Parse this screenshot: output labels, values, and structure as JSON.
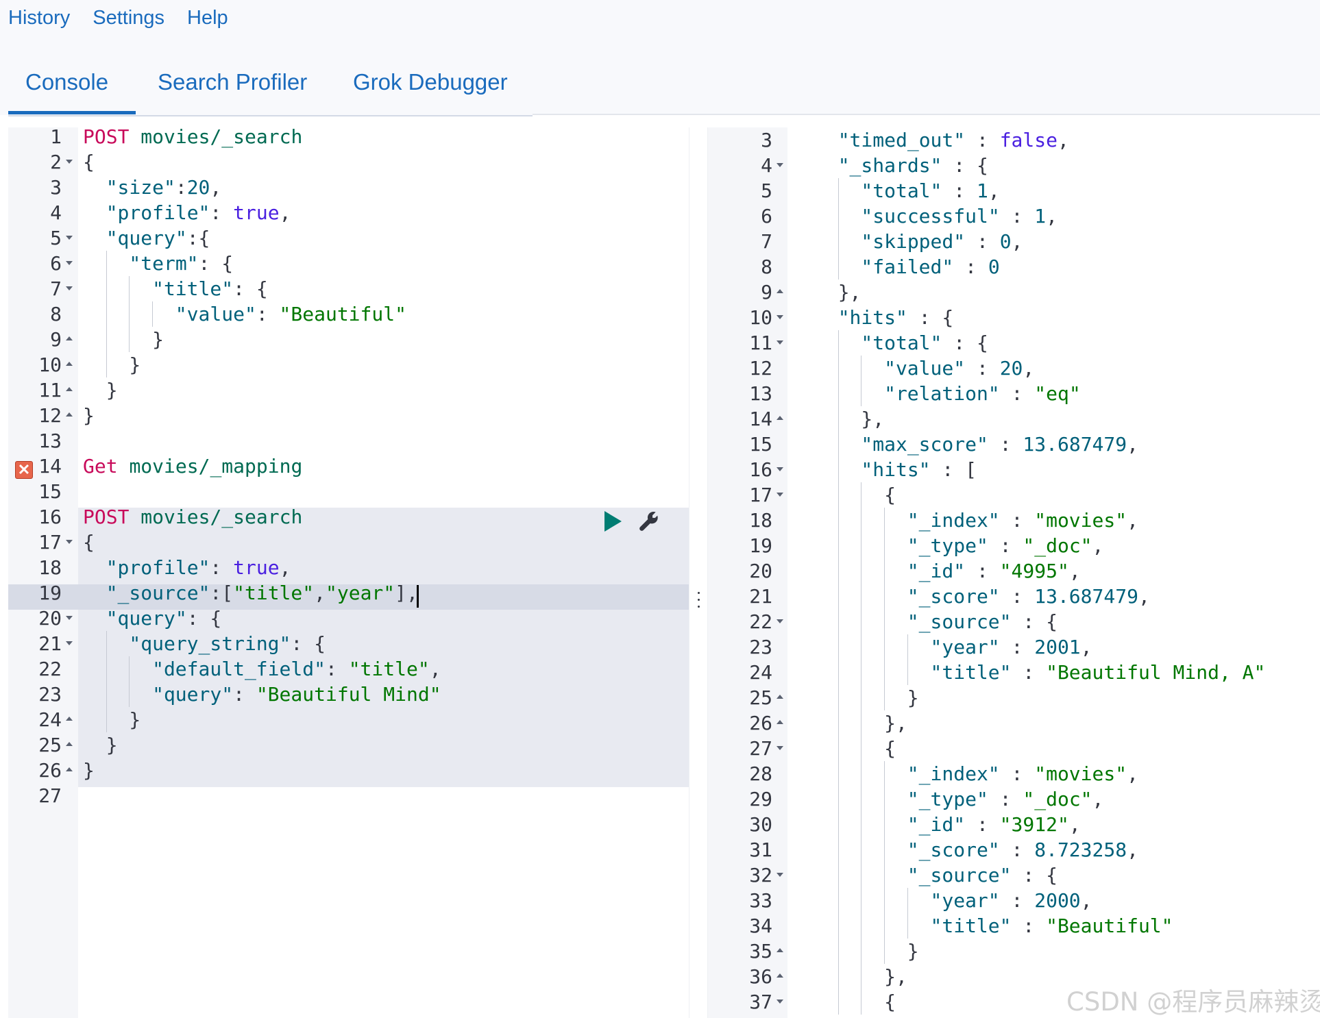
{
  "top_menu": [
    "History",
    "Settings",
    "Help"
  ],
  "tabs": [
    "Console",
    "Search Profiler",
    "Grok Debugger"
  ],
  "active_tab": "Console",
  "editor": {
    "error_marker": "✕",
    "lines": [
      {
        "n": "1",
        "fold": "",
        "indent": 0,
        "tokens": [
          [
            "method",
            "POST"
          ],
          [
            "pun",
            " "
          ],
          [
            "url",
            "movies/_search"
          ]
        ]
      },
      {
        "n": "2",
        "fold": "open",
        "indent": 0,
        "tokens": [
          [
            "pun",
            "{"
          ]
        ]
      },
      {
        "n": "3",
        "fold": "",
        "indent": 1,
        "tokens": [
          [
            "key",
            "\"size\""
          ],
          [
            "pun",
            ":"
          ],
          [
            "num",
            "20"
          ],
          [
            "pun",
            ","
          ]
        ]
      },
      {
        "n": "4",
        "fold": "",
        "indent": 1,
        "tokens": [
          [
            "key",
            "\"profile\""
          ],
          [
            "pun",
            ": "
          ],
          [
            "bool",
            "true"
          ],
          [
            "pun",
            ","
          ]
        ]
      },
      {
        "n": "5",
        "fold": "open",
        "indent": 1,
        "tokens": [
          [
            "key",
            "\"query\""
          ],
          [
            "pun",
            ":{"
          ]
        ]
      },
      {
        "n": "6",
        "fold": "open",
        "indent": 2,
        "tokens": [
          [
            "key",
            "\"term\""
          ],
          [
            "pun",
            ": {"
          ]
        ]
      },
      {
        "n": "7",
        "fold": "open",
        "indent": 3,
        "tokens": [
          [
            "key",
            "\"title\""
          ],
          [
            "pun",
            ": {"
          ]
        ]
      },
      {
        "n": "8",
        "fold": "",
        "indent": 4,
        "tokens": [
          [
            "key",
            "\"value\""
          ],
          [
            "pun",
            ": "
          ],
          [
            "str",
            "\"Beautiful\""
          ]
        ]
      },
      {
        "n": "9",
        "fold": "close",
        "indent": 3,
        "tokens": [
          [
            "pun",
            "}"
          ]
        ]
      },
      {
        "n": "10",
        "fold": "close",
        "indent": 2,
        "tokens": [
          [
            "pun",
            "}"
          ]
        ]
      },
      {
        "n": "11",
        "fold": "close",
        "indent": 1,
        "tokens": [
          [
            "pun",
            "}"
          ]
        ]
      },
      {
        "n": "12",
        "fold": "close",
        "indent": 0,
        "tokens": [
          [
            "pun",
            "}"
          ]
        ]
      },
      {
        "n": "13",
        "fold": "",
        "indent": 0,
        "tokens": []
      },
      {
        "n": "14",
        "fold": "",
        "indent": 0,
        "tokens": [
          [
            "method",
            "Get"
          ],
          [
            "pun",
            " "
          ],
          [
            "url",
            "movies/_mapping"
          ]
        ]
      },
      {
        "n": "15",
        "fold": "",
        "indent": 0,
        "tokens": []
      },
      {
        "n": "16",
        "fold": "",
        "indent": 0,
        "tokens": [
          [
            "method",
            "POST"
          ],
          [
            "pun",
            " "
          ],
          [
            "url",
            "movies/_search"
          ]
        ]
      },
      {
        "n": "17",
        "fold": "open",
        "indent": 0,
        "tokens": [
          [
            "pun",
            "{"
          ]
        ]
      },
      {
        "n": "18",
        "fold": "",
        "indent": 1,
        "tokens": [
          [
            "key",
            "\"profile\""
          ],
          [
            "pun",
            ": "
          ],
          [
            "bool",
            "true"
          ],
          [
            "pun",
            ","
          ]
        ]
      },
      {
        "n": "19",
        "fold": "",
        "indent": 1,
        "tokens": [
          [
            "key",
            "\"_source\""
          ],
          [
            "pun",
            ":["
          ],
          [
            "str",
            "\"title\""
          ],
          [
            "pun",
            ","
          ],
          [
            "str",
            "\"year\""
          ],
          [
            "pun",
            "],"
          ]
        ]
      },
      {
        "n": "20",
        "fold": "open",
        "indent": 1,
        "tokens": [
          [
            "key",
            "\"query\""
          ],
          [
            "pun",
            ": {"
          ]
        ]
      },
      {
        "n": "21",
        "fold": "open",
        "indent": 2,
        "tokens": [
          [
            "key",
            "\"query_string\""
          ],
          [
            "pun",
            ": {"
          ]
        ]
      },
      {
        "n": "22",
        "fold": "",
        "indent": 3,
        "tokens": [
          [
            "key",
            "\"default_field\""
          ],
          [
            "pun",
            ": "
          ],
          [
            "str",
            "\"title\""
          ],
          [
            "pun",
            ","
          ]
        ]
      },
      {
        "n": "23",
        "fold": "",
        "indent": 3,
        "tokens": [
          [
            "key",
            "\"query\""
          ],
          [
            "pun",
            ": "
          ],
          [
            "str",
            "\"Beautiful Mind\""
          ]
        ]
      },
      {
        "n": "24",
        "fold": "close",
        "indent": 2,
        "tokens": [
          [
            "pun",
            "}"
          ]
        ]
      },
      {
        "n": "25",
        "fold": "close",
        "indent": 1,
        "tokens": [
          [
            "pun",
            "}"
          ]
        ]
      },
      {
        "n": "26",
        "fold": "close",
        "indent": 0,
        "tokens": [
          [
            "pun",
            "}"
          ]
        ]
      },
      {
        "n": "27",
        "fold": "",
        "indent": 0,
        "tokens": []
      }
    ]
  },
  "output": {
    "lines": [
      {
        "n": "3",
        "fold": "",
        "indent": 1,
        "tokens": [
          [
            "key",
            "\"timed_out\""
          ],
          [
            "pun",
            " : "
          ],
          [
            "bool",
            "false"
          ],
          [
            "pun",
            ","
          ]
        ]
      },
      {
        "n": "4",
        "fold": "open",
        "indent": 1,
        "tokens": [
          [
            "key",
            "\"_shards\""
          ],
          [
            "pun",
            " : {"
          ]
        ]
      },
      {
        "n": "5",
        "fold": "",
        "indent": 2,
        "tokens": [
          [
            "key",
            "\"total\""
          ],
          [
            "pun",
            " : "
          ],
          [
            "num",
            "1"
          ],
          [
            "pun",
            ","
          ]
        ]
      },
      {
        "n": "6",
        "fold": "",
        "indent": 2,
        "tokens": [
          [
            "key",
            "\"successful\""
          ],
          [
            "pun",
            " : "
          ],
          [
            "num",
            "1"
          ],
          [
            "pun",
            ","
          ]
        ]
      },
      {
        "n": "7",
        "fold": "",
        "indent": 2,
        "tokens": [
          [
            "key",
            "\"skipped\""
          ],
          [
            "pun",
            " : "
          ],
          [
            "num",
            "0"
          ],
          [
            "pun",
            ","
          ]
        ]
      },
      {
        "n": "8",
        "fold": "",
        "indent": 2,
        "tokens": [
          [
            "key",
            "\"failed\""
          ],
          [
            "pun",
            " : "
          ],
          [
            "num",
            "0"
          ]
        ]
      },
      {
        "n": "9",
        "fold": "close",
        "indent": 1,
        "tokens": [
          [
            "pun",
            "},"
          ]
        ]
      },
      {
        "n": "10",
        "fold": "open",
        "indent": 1,
        "tokens": [
          [
            "key",
            "\"hits\""
          ],
          [
            "pun",
            " : {"
          ]
        ]
      },
      {
        "n": "11",
        "fold": "open",
        "indent": 2,
        "tokens": [
          [
            "key",
            "\"total\""
          ],
          [
            "pun",
            " : {"
          ]
        ]
      },
      {
        "n": "12",
        "fold": "",
        "indent": 3,
        "tokens": [
          [
            "key",
            "\"value\""
          ],
          [
            "pun",
            " : "
          ],
          [
            "num",
            "20"
          ],
          [
            "pun",
            ","
          ]
        ]
      },
      {
        "n": "13",
        "fold": "",
        "indent": 3,
        "tokens": [
          [
            "key",
            "\"relation\""
          ],
          [
            "pun",
            " : "
          ],
          [
            "str",
            "\"eq\""
          ]
        ]
      },
      {
        "n": "14",
        "fold": "close",
        "indent": 2,
        "tokens": [
          [
            "pun",
            "},"
          ]
        ]
      },
      {
        "n": "15",
        "fold": "",
        "indent": 2,
        "tokens": [
          [
            "key",
            "\"max_score\""
          ],
          [
            "pun",
            " : "
          ],
          [
            "num",
            "13.687479"
          ],
          [
            "pun",
            ","
          ]
        ]
      },
      {
        "n": "16",
        "fold": "open",
        "indent": 2,
        "tokens": [
          [
            "key",
            "\"hits\""
          ],
          [
            "pun",
            " : ["
          ]
        ]
      },
      {
        "n": "17",
        "fold": "open",
        "indent": 3,
        "tokens": [
          [
            "pun",
            "{"
          ]
        ]
      },
      {
        "n": "18",
        "fold": "",
        "indent": 4,
        "tokens": [
          [
            "key",
            "\"_index\""
          ],
          [
            "pun",
            " : "
          ],
          [
            "str",
            "\"movies\""
          ],
          [
            "pun",
            ","
          ]
        ]
      },
      {
        "n": "19",
        "fold": "",
        "indent": 4,
        "tokens": [
          [
            "key",
            "\"_type\""
          ],
          [
            "pun",
            " : "
          ],
          [
            "str",
            "\"_doc\""
          ],
          [
            "pun",
            ","
          ]
        ]
      },
      {
        "n": "20",
        "fold": "",
        "indent": 4,
        "tokens": [
          [
            "key",
            "\"_id\""
          ],
          [
            "pun",
            " : "
          ],
          [
            "str",
            "\"4995\""
          ],
          [
            "pun",
            ","
          ]
        ]
      },
      {
        "n": "21",
        "fold": "",
        "indent": 4,
        "tokens": [
          [
            "key",
            "\"_score\""
          ],
          [
            "pun",
            " : "
          ],
          [
            "num",
            "13.687479"
          ],
          [
            "pun",
            ","
          ]
        ]
      },
      {
        "n": "22",
        "fold": "open",
        "indent": 4,
        "tokens": [
          [
            "key",
            "\"_source\""
          ],
          [
            "pun",
            " : {"
          ]
        ]
      },
      {
        "n": "23",
        "fold": "",
        "indent": 5,
        "tokens": [
          [
            "key",
            "\"year\""
          ],
          [
            "pun",
            " : "
          ],
          [
            "num",
            "2001"
          ],
          [
            "pun",
            ","
          ]
        ]
      },
      {
        "n": "24",
        "fold": "",
        "indent": 5,
        "tokens": [
          [
            "key",
            "\"title\""
          ],
          [
            "pun",
            " : "
          ],
          [
            "str",
            "\"Beautiful Mind, A\""
          ]
        ]
      },
      {
        "n": "25",
        "fold": "close",
        "indent": 4,
        "tokens": [
          [
            "pun",
            "}"
          ]
        ]
      },
      {
        "n": "26",
        "fold": "close",
        "indent": 3,
        "tokens": [
          [
            "pun",
            "},"
          ]
        ]
      },
      {
        "n": "27",
        "fold": "open",
        "indent": 3,
        "tokens": [
          [
            "pun",
            "{"
          ]
        ]
      },
      {
        "n": "28",
        "fold": "",
        "indent": 4,
        "tokens": [
          [
            "key",
            "\"_index\""
          ],
          [
            "pun",
            " : "
          ],
          [
            "str",
            "\"movies\""
          ],
          [
            "pun",
            ","
          ]
        ]
      },
      {
        "n": "29",
        "fold": "",
        "indent": 4,
        "tokens": [
          [
            "key",
            "\"_type\""
          ],
          [
            "pun",
            " : "
          ],
          [
            "str",
            "\"_doc\""
          ],
          [
            "pun",
            ","
          ]
        ]
      },
      {
        "n": "30",
        "fold": "",
        "indent": 4,
        "tokens": [
          [
            "key",
            "\"_id\""
          ],
          [
            "pun",
            " : "
          ],
          [
            "str",
            "\"3912\""
          ],
          [
            "pun",
            ","
          ]
        ]
      },
      {
        "n": "31",
        "fold": "",
        "indent": 4,
        "tokens": [
          [
            "key",
            "\"_score\""
          ],
          [
            "pun",
            " : "
          ],
          [
            "num",
            "8.723258"
          ],
          [
            "pun",
            ","
          ]
        ]
      },
      {
        "n": "32",
        "fold": "open",
        "indent": 4,
        "tokens": [
          [
            "key",
            "\"_source\""
          ],
          [
            "pun",
            " : {"
          ]
        ]
      },
      {
        "n": "33",
        "fold": "",
        "indent": 5,
        "tokens": [
          [
            "key",
            "\"year\""
          ],
          [
            "pun",
            " : "
          ],
          [
            "num",
            "2000"
          ],
          [
            "pun",
            ","
          ]
        ]
      },
      {
        "n": "34",
        "fold": "",
        "indent": 5,
        "tokens": [
          [
            "key",
            "\"title\""
          ],
          [
            "pun",
            " : "
          ],
          [
            "str",
            "\"Beautiful\""
          ]
        ]
      },
      {
        "n": "35",
        "fold": "close",
        "indent": 4,
        "tokens": [
          [
            "pun",
            "}"
          ]
        ]
      },
      {
        "n": "36",
        "fold": "close",
        "indent": 3,
        "tokens": [
          [
            "pun",
            "},"
          ]
        ]
      },
      {
        "n": "37",
        "fold": "open",
        "indent": 3,
        "tokens": [
          [
            "pun",
            "{"
          ]
        ]
      }
    ]
  },
  "watermark": "CSDN @程序员麻辣烫",
  "colors": {
    "link": "#1a6bbd",
    "method": "#c80a5a",
    "url": "#006a52",
    "key": "#00607a",
    "string": "#007600",
    "boolean": "#4a20e0",
    "run_button": "#017d73",
    "error": "#e7664c"
  },
  "icons": {
    "run": "play-icon",
    "settings": "wrench-icon",
    "error": "error-icon",
    "resize": "drag-handle-icon"
  }
}
